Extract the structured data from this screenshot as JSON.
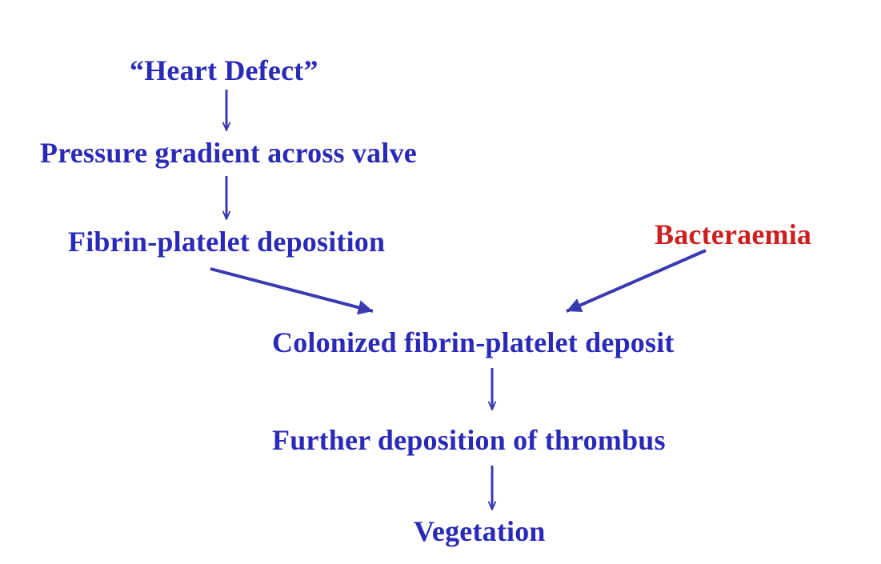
{
  "diagram": {
    "nodes": {
      "heart_defect": "“Heart Defect”",
      "pressure_gradient": "Pressure gradient across valve",
      "fibrin_platelet_deposition": "Fibrin-platelet deposition",
      "bacteraemia": "Bacteraemia",
      "colonized_deposit": "Colonized fibrin-platelet deposit",
      "further_deposition": "Further deposition of thrombus",
      "vegetation": "Vegetation"
    },
    "colors": {
      "main_text": "#2a2ab8",
      "highlight_text": "#cc1f1f",
      "arrow": "#3a3ab0",
      "background": "#ffffff"
    },
    "edges": [
      {
        "from": "heart_defect",
        "to": "pressure_gradient"
      },
      {
        "from": "pressure_gradient",
        "to": "fibrin_platelet_deposition"
      },
      {
        "from": "fibrin_platelet_deposition",
        "to": "colonized_deposit"
      },
      {
        "from": "bacteraemia",
        "to": "colonized_deposit"
      },
      {
        "from": "colonized_deposit",
        "to": "further_deposition"
      },
      {
        "from": "further_deposition",
        "to": "vegetation"
      }
    ]
  }
}
